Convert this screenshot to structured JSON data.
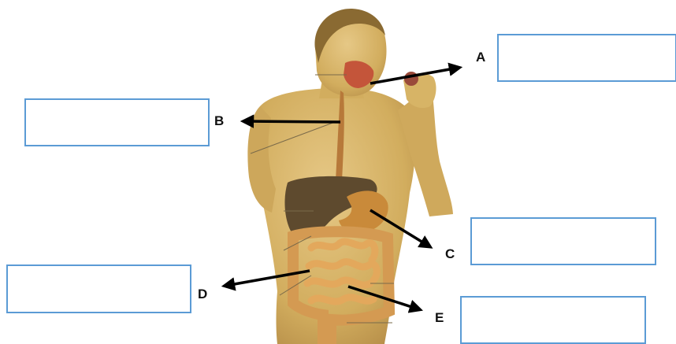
{
  "labels": [
    {
      "id": "A",
      "letter": "A"
    },
    {
      "id": "B",
      "letter": "B"
    },
    {
      "id": "C",
      "letter": "C"
    },
    {
      "id": "D",
      "letter": "D"
    },
    {
      "id": "E",
      "letter": "E"
    }
  ],
  "colors": {
    "box_border": "#5b9bd5",
    "skin": "#d8b66a",
    "liver": "#5e4a2e",
    "stomach": "#c98a3a",
    "intestine": "#e0a35a",
    "esophagus": "#b7793a",
    "arrow": "#000000"
  }
}
